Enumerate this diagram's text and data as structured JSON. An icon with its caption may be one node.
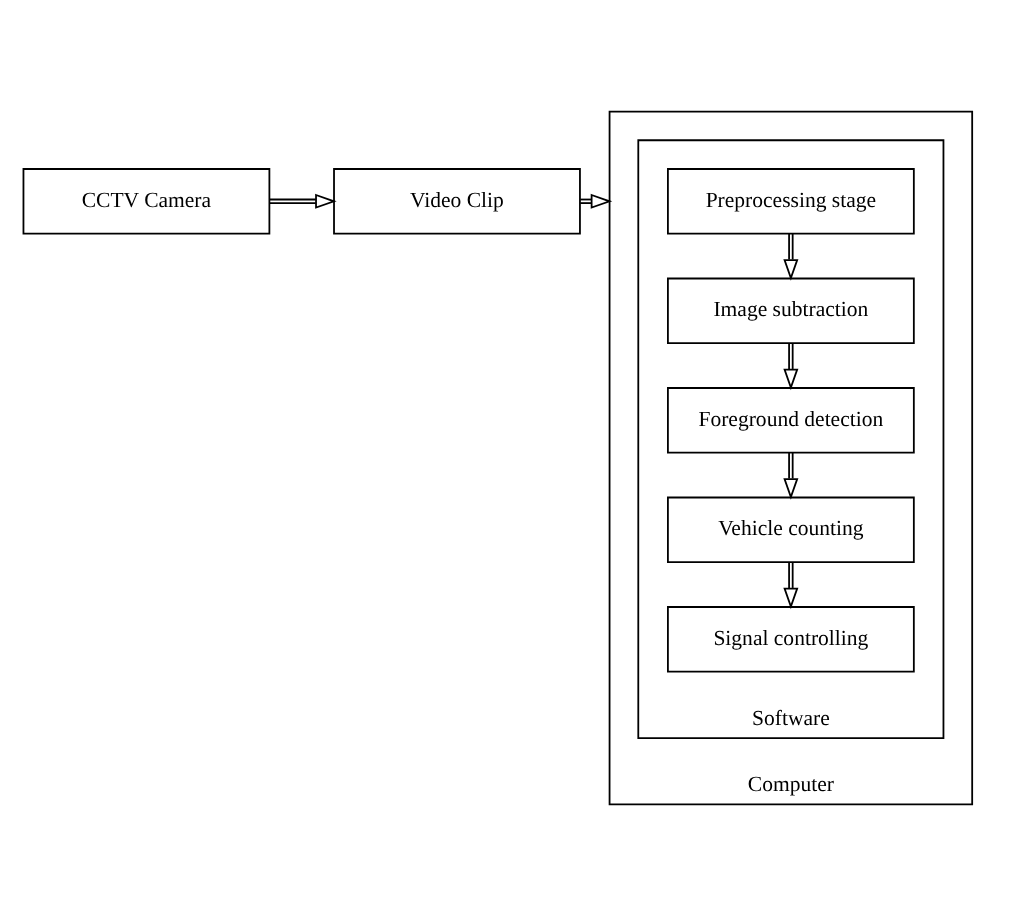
{
  "diagram": {
    "nodes": [
      {
        "text": [
          "CCTV Camera"
        ]
      },
      {
        "text": [
          "Video Clip"
        ]
      },
      {
        "text": [
          "Computer"
        ]
      },
      {
        "text": [
          "Software"
        ],
        "in": 2
      },
      {
        "text": [
          "Preprocessing stage"
        ],
        "in": 3
      },
      {
        "text": [
          "Image subtraction"
        ],
        "in": 3
      },
      {
        "text": [
          "Foreground detection"
        ],
        "in": 3
      },
      {
        "text": [
          "Vehicle counting"
        ],
        "in": 3
      },
      {
        "text": [
          "Signal controlling"
        ],
        "in": 3
      }
    ],
    "edges": [
      {
        "from": 0,
        "to": 1,
        "arrow": "to"
      },
      {
        "from": 1,
        "to": 2,
        "arrow": "to"
      },
      {
        "from": 4,
        "to": 5,
        "arrow": "to"
      },
      {
        "from": 5,
        "to": 6,
        "arrow": "to"
      },
      {
        "from": 6,
        "to": 7,
        "arrow": "to"
      },
      {
        "from": 7,
        "to": 8,
        "arrow": "to"
      }
    ]
  }
}
